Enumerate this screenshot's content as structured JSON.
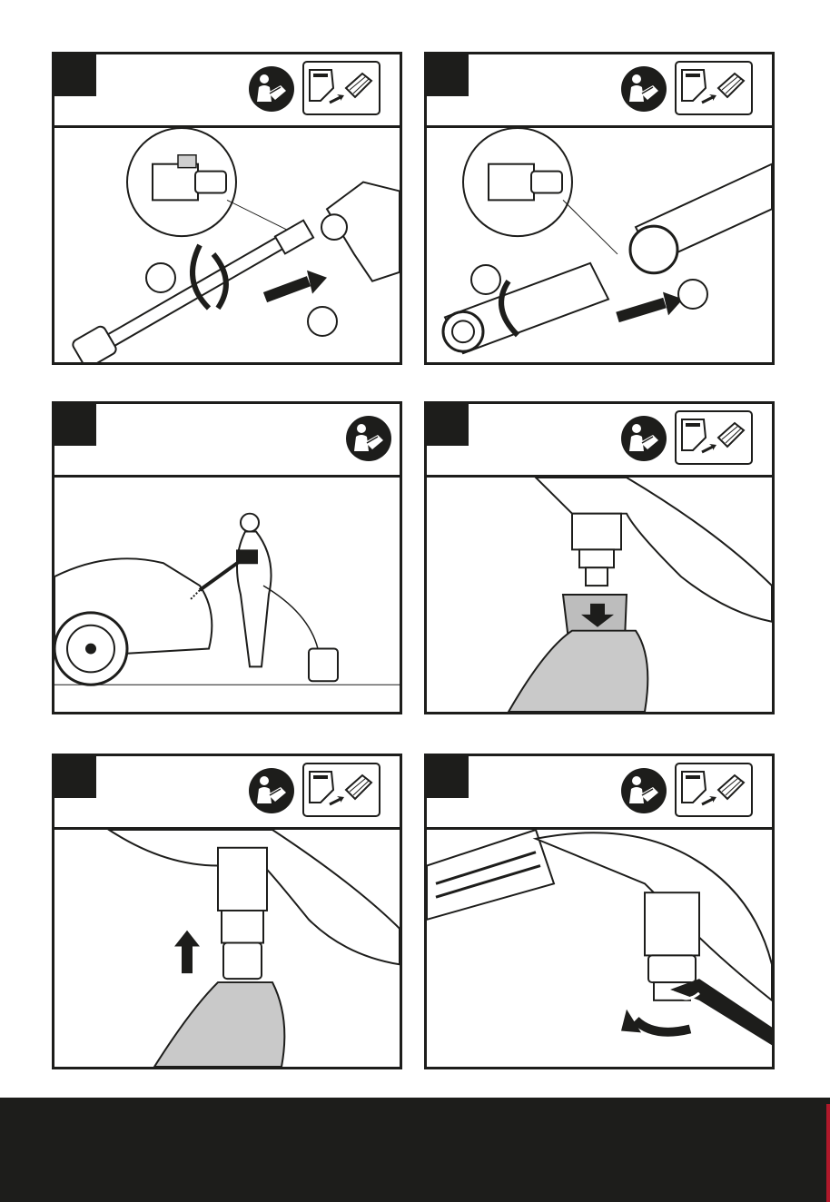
{
  "panels": [
    {
      "id": "a",
      "icons": [
        "read-manual-icon",
        "remove-battery-icon"
      ]
    },
    {
      "id": "b",
      "icons": [
        "read-manual-icon",
        "remove-battery-icon"
      ]
    },
    {
      "id": "c",
      "icons": [
        "read-manual-icon"
      ]
    },
    {
      "id": "d",
      "icons": [
        "read-manual-icon",
        "remove-battery-icon"
      ]
    },
    {
      "id": "e",
      "icons": [
        "read-manual-icon",
        "remove-battery-icon"
      ]
    },
    {
      "id": "f",
      "icons": [
        "read-manual-icon",
        "remove-battery-icon"
      ]
    }
  ],
  "colors": {
    "ink": "#1d1d1b",
    "glove": "#c9c9c9",
    "accent": "#b0182a"
  }
}
